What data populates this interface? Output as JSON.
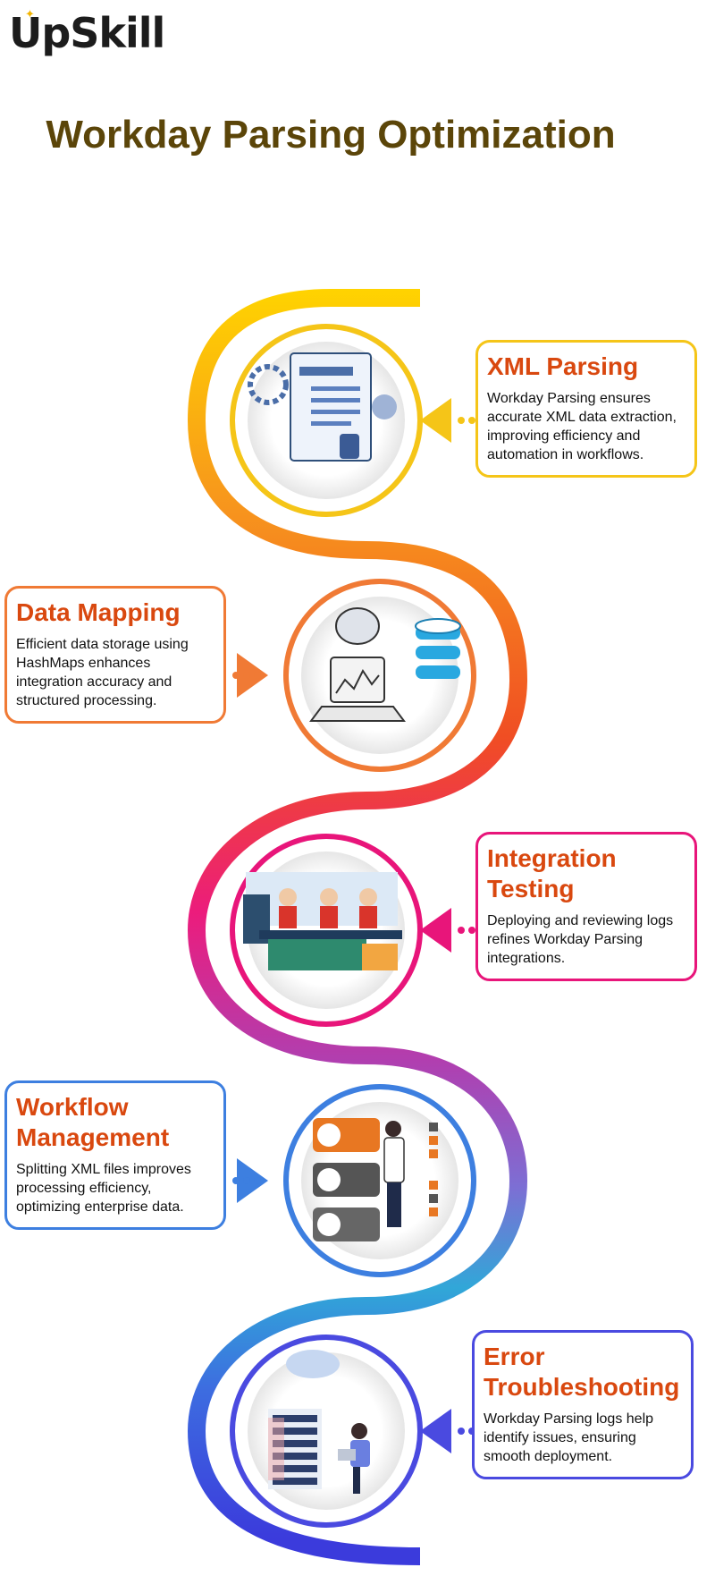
{
  "brand": {
    "name": "UpSkill"
  },
  "title": "Workday Parsing Optimization",
  "colors": {
    "title": "#5b4509",
    "heading": "#d9480f"
  },
  "steps": [
    {
      "heading": "XML Parsing",
      "text": "Workday Parsing ensures accurate XML data extraction, improving efficiency and automation in workflows.",
      "color": "#f5c518",
      "icon": "document-structuring-illustration"
    },
    {
      "heading": "Data Mapping",
      "text": "Efficient data storage using HashMaps enhances integration accuracy and structured processing.",
      "color": "#f07a35",
      "icon": "cloud-database-laptop-illustration"
    },
    {
      "heading": "Integration Testing",
      "text": "Deploying and reviewing logs refines Workday Parsing integrations.",
      "color": "#e8157a",
      "icon": "factory-workers-illustration"
    },
    {
      "heading": "Workflow Management",
      "text": "Splitting XML files improves processing efficiency, optimizing enterprise data.",
      "color": "#3d7fe0",
      "icon": "presentation-charts-illustration"
    },
    {
      "heading": "Error Troubleshooting",
      "text": "Workday Parsing logs help identify issues, ensuring smooth deployment.",
      "color": "#4a4ae0",
      "icon": "server-rack-developer-illustration"
    }
  ]
}
